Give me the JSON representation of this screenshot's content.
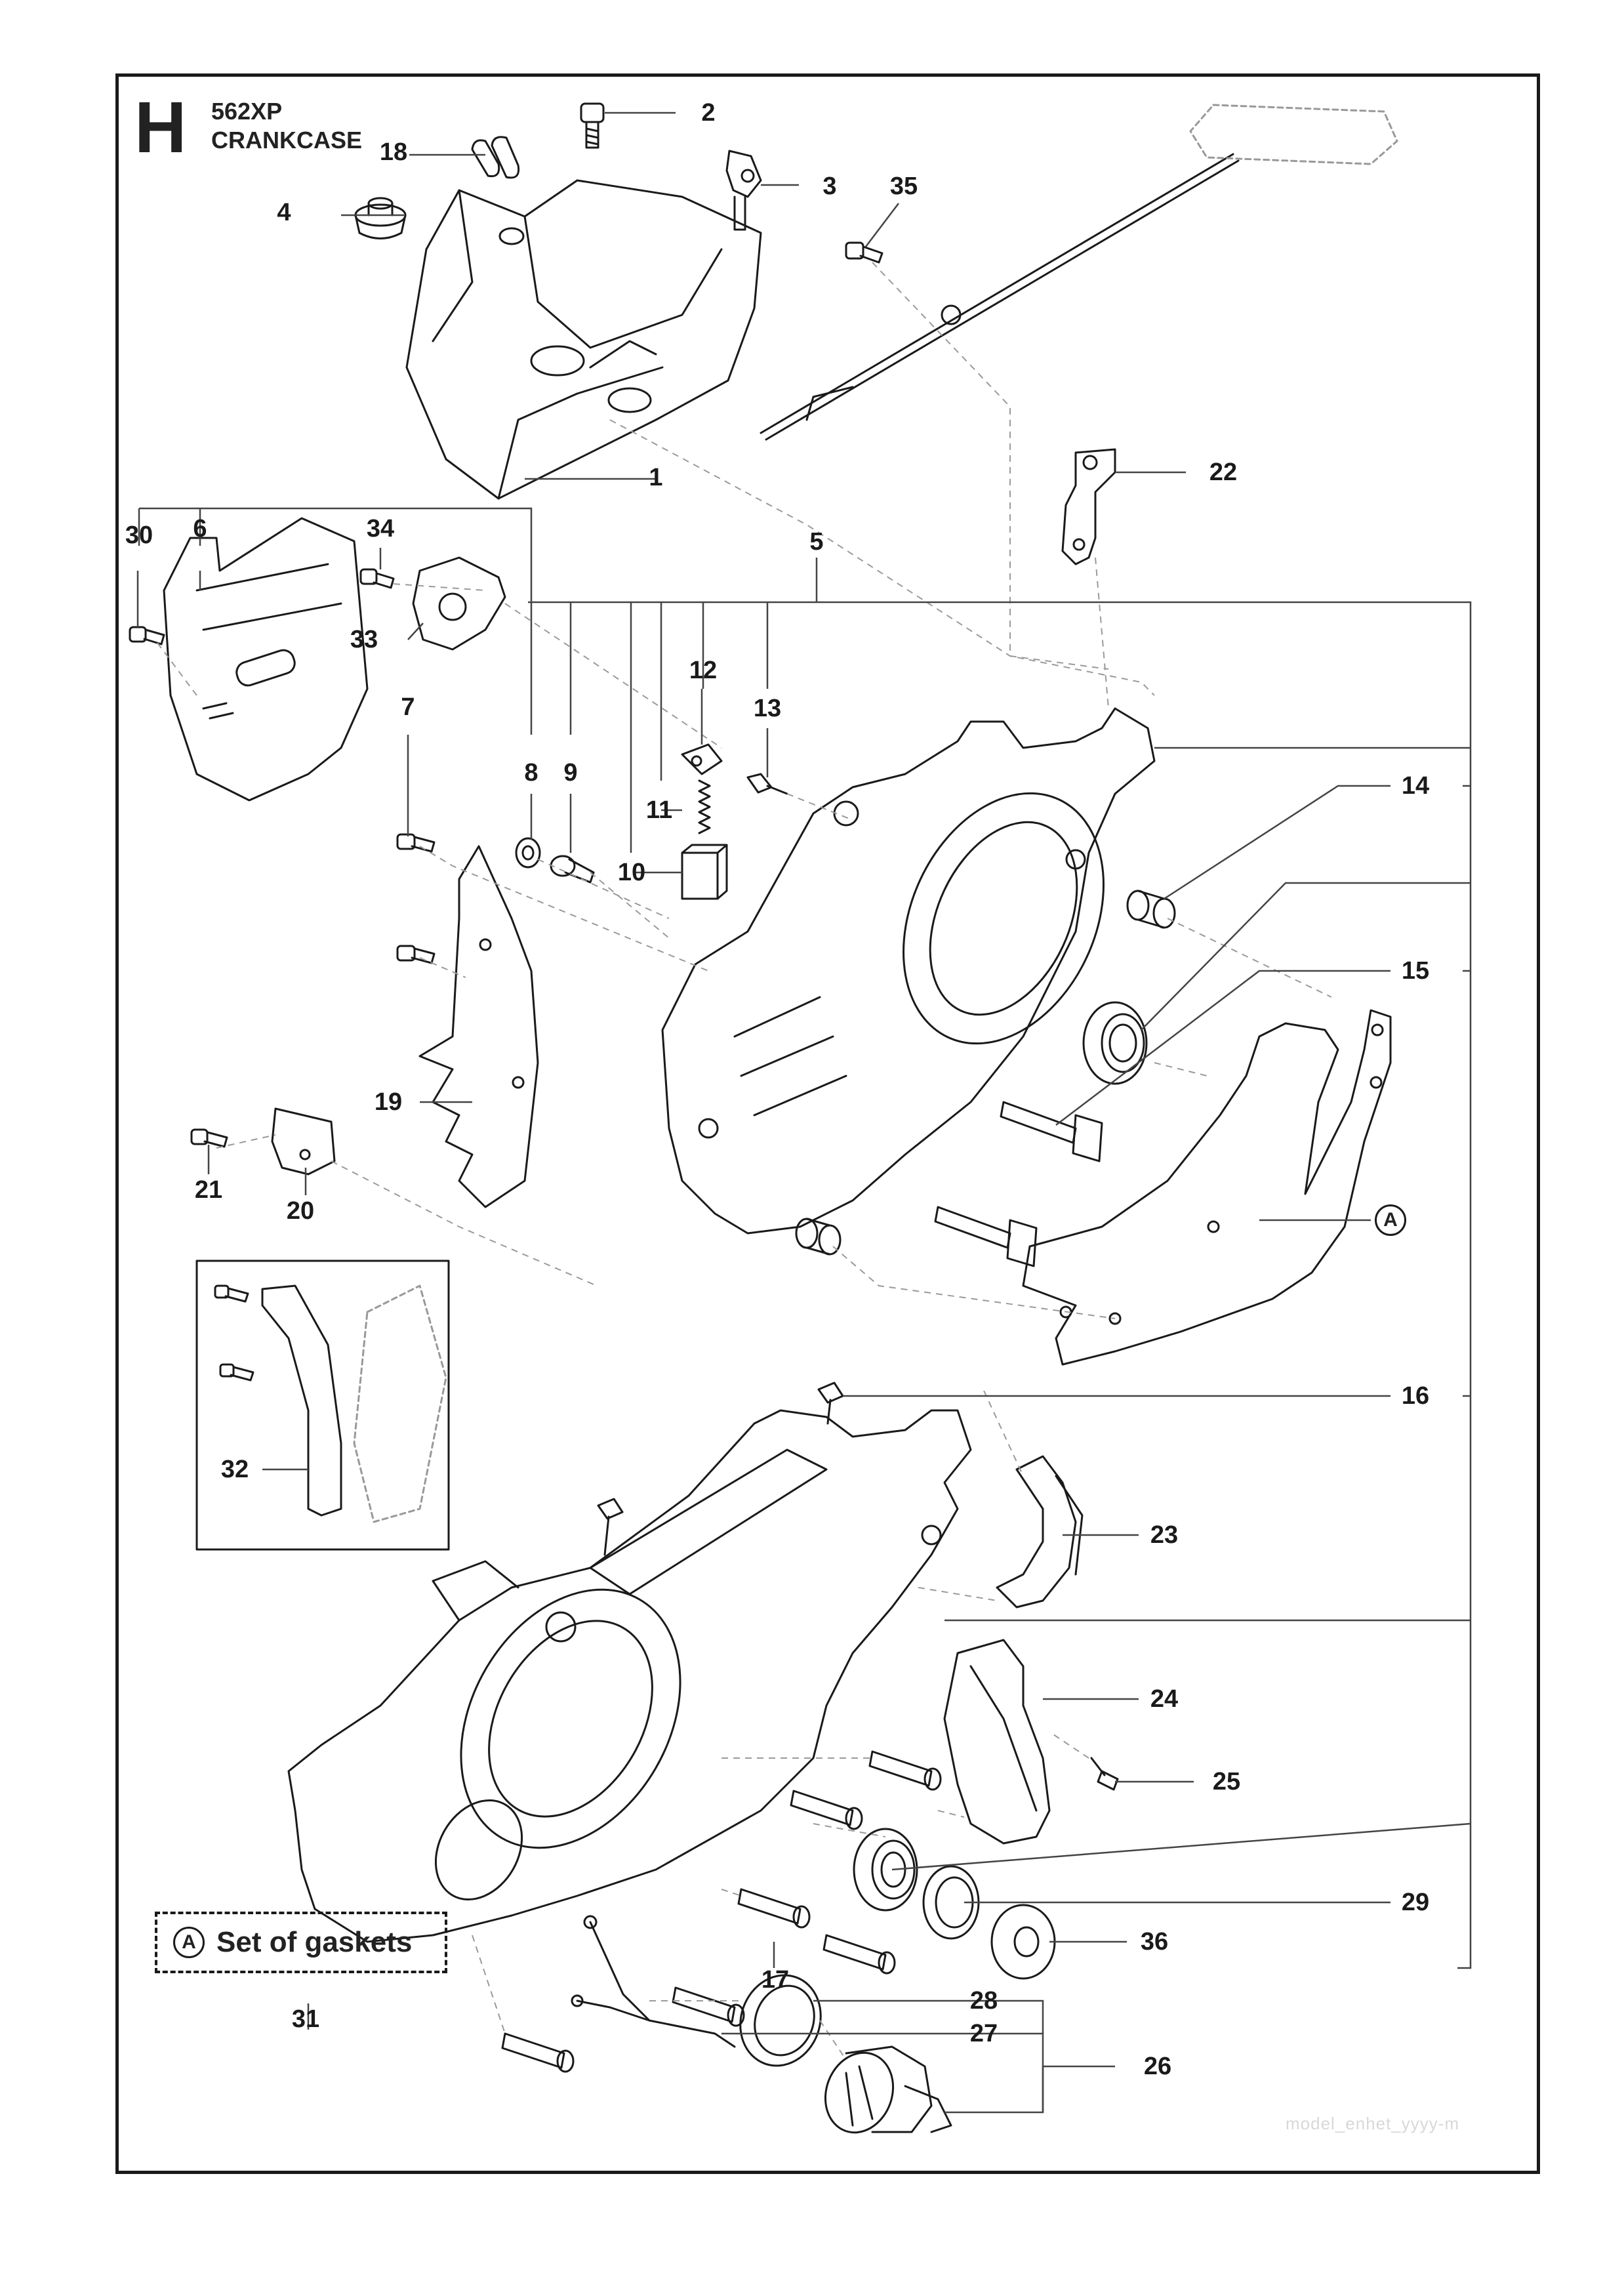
{
  "header": {
    "section_letter": "H",
    "model": "562XP",
    "section_name": "CRANKCASE"
  },
  "callouts": [
    "1",
    "2",
    "3",
    "4",
    "5",
    "6",
    "7",
    "8",
    "9",
    "10",
    "11",
    "12",
    "13",
    "14",
    "15",
    "16",
    "17",
    "18",
    "19",
    "20",
    "21",
    "22",
    "23",
    "24",
    "25",
    "26",
    "27",
    "28",
    "29",
    "30",
    "31",
    "32",
    "33",
    "34",
    "35",
    "36"
  ],
  "gasket_note": {
    "marker": "A",
    "text": "Set of gaskets"
  },
  "gasket_callout_marker": "A",
  "watermark": "model_enhet_yyyy-m",
  "colors": {
    "line": "#1a1a1a",
    "leader": "#444444",
    "dashed": "#9a9a9a"
  }
}
